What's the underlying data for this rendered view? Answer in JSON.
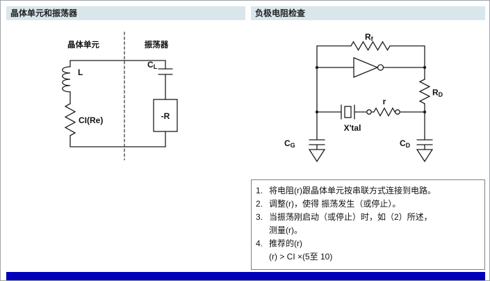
{
  "colors": {
    "header_bg": "#d9e7ed",
    "footer_bar": "#0000bb",
    "line_color": "#1c1c1c"
  },
  "left_panel": {
    "header": "晶体单元和振荡器",
    "diagram": {
      "region_left_label": "晶体单元",
      "region_right_label": "振荡器",
      "inductor_label": "L",
      "crystal_impedance_label": "CI(Re)",
      "load_cap_main": "C",
      "load_cap_sub": "L",
      "negative_resistance_label": "-R"
    }
  },
  "right_panel": {
    "header": "负极电阻检查",
    "diagram": {
      "rf_main": "R",
      "rf_sub": "f",
      "rd_main": "R",
      "rd_sub": "D",
      "series_resistor_label": "r",
      "crystal_label": "X'tal",
      "cg_main": "C",
      "cg_sub": "G",
      "cd_main": "C",
      "cd_sub": "D"
    },
    "steps": [
      {
        "num": "1.",
        "text": "将电阻(r)跟晶体单元按串联方式连接到电路。"
      },
      {
        "num": "2.",
        "text": "调整(r)，使得 振荡发生（或停止）。"
      },
      {
        "num": "3.",
        "text": "当振荡刚启动（或停止）时，如（2）所述，",
        "text2": "测量(r)。"
      },
      {
        "num": "4.",
        "text": "推荐的(r)",
        "text2": "(r) > CI ×(5至 10)"
      }
    ]
  }
}
